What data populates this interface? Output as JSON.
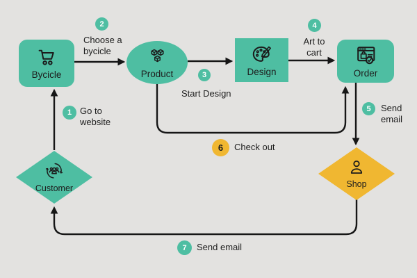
{
  "diagram_type": "flowchart",
  "palette": {
    "background": "#e3e2e0",
    "teal": "#4ebea2",
    "yellow": "#f0b731",
    "line": "#161616",
    "text": "#1d1d1d",
    "badge_number_light": "#ffffff",
    "badge_number_dark": "#1d1d1d"
  },
  "nodes": {
    "bycicle": {
      "label": "Bycicle",
      "shape": "rounded-rectangle",
      "color": "teal",
      "icon": "shopping-cart-icon"
    },
    "product": {
      "label": "Product",
      "shape": "ellipse",
      "color": "teal",
      "icon": "product-boxes-icon"
    },
    "design": {
      "label": "Design",
      "shape": "rectangle",
      "color": "teal",
      "icon": "paint-palette-icon"
    },
    "order": {
      "label": "Order",
      "shape": "rounded-rectangle",
      "color": "teal",
      "icon": "order-checkout-window-icon"
    },
    "customer": {
      "label": "Customer",
      "shape": "diamond",
      "color": "teal",
      "icon": "customer-group-cycle-icon"
    },
    "shop": {
      "label": "Shop",
      "shape": "diamond",
      "color": "yellow",
      "icon": "person-icon"
    }
  },
  "steps": [
    {
      "number": "1",
      "label": "Go to website",
      "badge_color": "teal"
    },
    {
      "number": "2",
      "label": "Choose a bycicle",
      "badge_color": "teal"
    },
    {
      "number": "3",
      "label": "Start Design",
      "badge_color": "teal"
    },
    {
      "number": "4",
      "label": "Art to cart",
      "badge_color": "teal"
    },
    {
      "number": "5",
      "label": "Send email",
      "badge_color": "teal"
    },
    {
      "number": "6",
      "label": "Check out",
      "badge_color": "yellow"
    },
    {
      "number": "7",
      "label": "Send email",
      "badge_color": "teal"
    }
  ],
  "edges": [
    {
      "step": "1",
      "from": "customer",
      "to": "bycicle"
    },
    {
      "step": "2",
      "from": "bycicle",
      "to": "product"
    },
    {
      "step": "3",
      "from": "product",
      "to": "design"
    },
    {
      "step": "4",
      "from": "design",
      "to": "order"
    },
    {
      "step": "5",
      "from": "order",
      "to": "shop"
    },
    {
      "step": "6",
      "from": "product",
      "to": "order"
    },
    {
      "step": "7",
      "from": "shop",
      "to": "customer"
    }
  ]
}
